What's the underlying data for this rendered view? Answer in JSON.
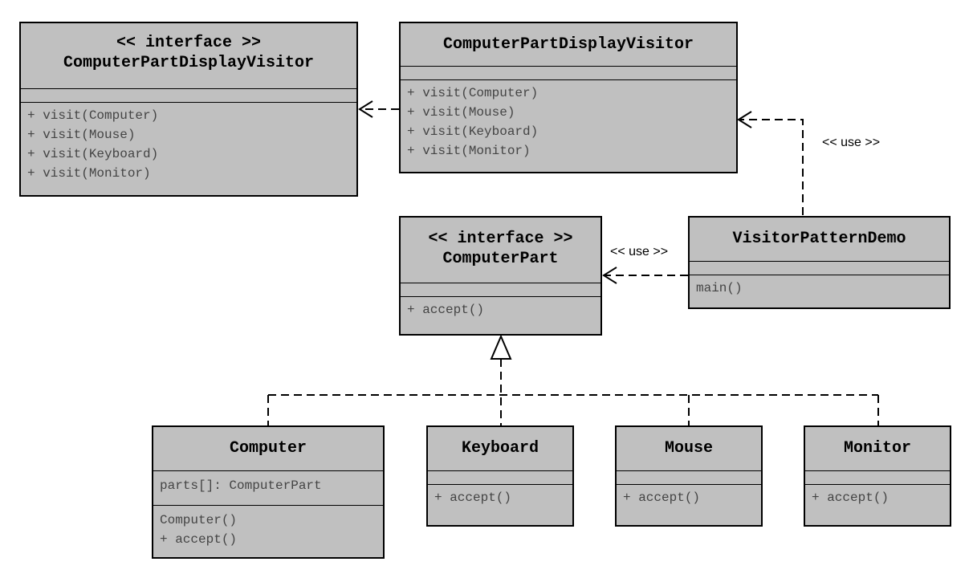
{
  "classes": {
    "visitor_interface": {
      "stereotype": "<< interface >>",
      "name": "ComputerPartDisplayVisitor",
      "operations": [
        "+ visit(Computer)",
        "+ visit(Mouse)",
        "+ visit(Keyboard)",
        "+ visit(Monitor)"
      ]
    },
    "visitor_impl": {
      "name": "ComputerPartDisplayVisitor",
      "operations": [
        "+ visit(Computer)",
        "+ visit(Mouse)",
        "+ visit(Keyboard)",
        "+ visit(Monitor)"
      ]
    },
    "computer_part": {
      "stereotype": "<< interface >>",
      "name": "ComputerPart",
      "operations": [
        "+ accept()"
      ]
    },
    "demo": {
      "name": "VisitorPatternDemo",
      "operations": [
        "main()"
      ]
    },
    "computer": {
      "name": "Computer",
      "attributes": [
        "parts[]: ComputerPart"
      ],
      "operations": [
        "Computer()",
        "+ accept()"
      ]
    },
    "keyboard": {
      "name": "Keyboard",
      "operations": [
        "+ accept()"
      ]
    },
    "mouse": {
      "name": "Mouse",
      "operations": [
        "+ accept()"
      ]
    },
    "monitor": {
      "name": "Monitor",
      "operations": [
        "+ accept()"
      ]
    }
  },
  "relations": {
    "use_label_1": "<< use >>",
    "use_label_2": "<< use >>"
  }
}
